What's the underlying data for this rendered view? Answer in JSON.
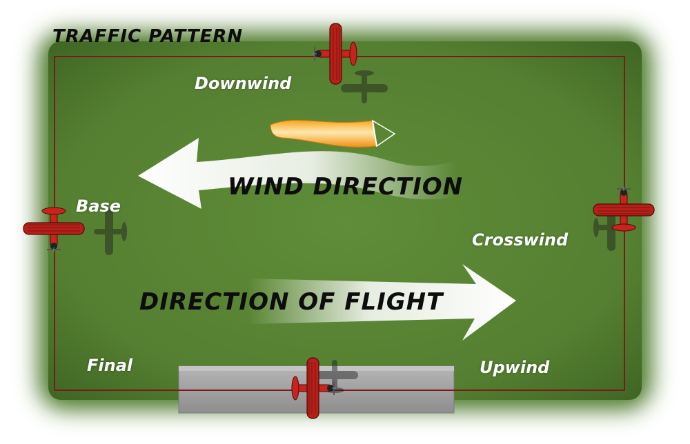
{
  "title": "TRAFFIC PATTERN",
  "legs": {
    "downwind": "Downwind",
    "base": "Base",
    "crosswind": "Crosswind",
    "final": "Final",
    "upwind": "Upwind"
  },
  "arrows": {
    "wind": "WIND DIRECTION",
    "flight": "DIRECTION OF FLIGHT"
  },
  "colors": {
    "grass": "#5d8a36",
    "pattern_line": "#7a1a1a",
    "runway": "#9a9a9a",
    "plane": "#c8231c",
    "windsock": "#f0a020"
  },
  "icons": {
    "plane": "biplane-icon",
    "windsock": "windsock-icon"
  }
}
